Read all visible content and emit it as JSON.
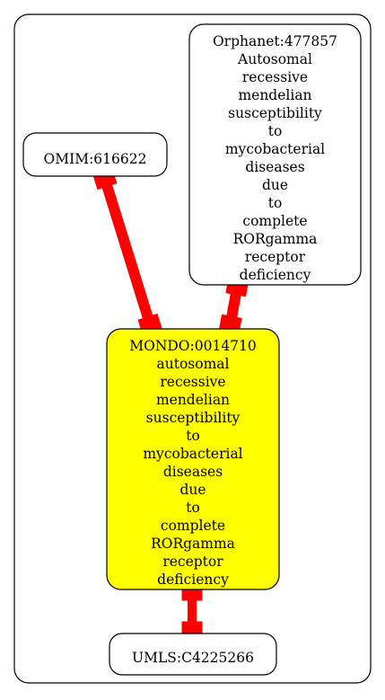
{
  "diagram": {
    "nodes": [
      {
        "id": "omim",
        "lines": [
          "OMIM:616622"
        ],
        "fill": "#ffffff",
        "stroke": "#000000"
      },
      {
        "id": "orphanet",
        "lines": [
          "Orphanet:477857",
          "Autosomal",
          "recessive",
          "mendelian",
          "susceptibility",
          "to",
          "mycobacterial",
          "diseases",
          "due",
          "to",
          "complete",
          "RORgamma",
          "receptor",
          "deficiency"
        ],
        "fill": "#ffffff",
        "stroke": "#000000"
      },
      {
        "id": "mondo",
        "lines": [
          "MONDO:0014710",
          "autosomal",
          "recessive",
          "mendelian",
          "susceptibility",
          "to",
          "mycobacterial",
          "diseases",
          "due",
          "to",
          "complete",
          "RORgamma",
          "receptor",
          "deficiency"
        ],
        "fill": "#ffff00",
        "stroke": "#000000"
      },
      {
        "id": "umls",
        "lines": [
          "UMLS:C4225266"
        ],
        "fill": "#ffffff",
        "stroke": "#000000"
      }
    ],
    "edges": [
      {
        "from": "omim",
        "to": "mondo",
        "color": "#ff0000",
        "arrowheads": "box-both"
      },
      {
        "from": "orphanet",
        "to": "mondo",
        "color": "#ff0000",
        "arrowheads": "box-both"
      },
      {
        "from": "mondo",
        "to": "umls",
        "color": "#ff0000",
        "arrowheads": "box-both"
      }
    ]
  }
}
